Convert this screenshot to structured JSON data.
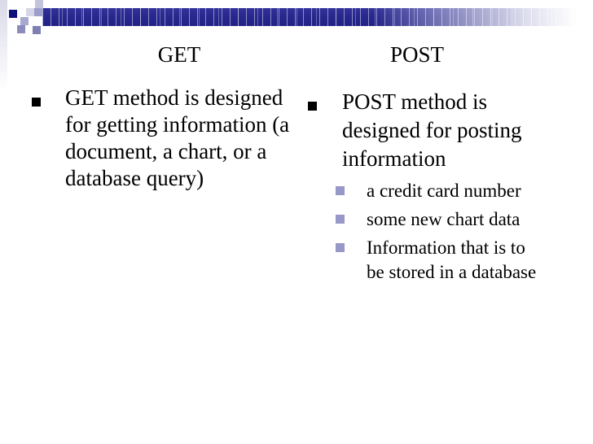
{
  "headers": {
    "left": "GET",
    "right": "POST"
  },
  "left_column": {
    "bullet_text": "GET method is designed for getting information (a document, a chart, or a database query)"
  },
  "right_column": {
    "bullet_text": "POST method is designed for posting information",
    "sub_bullets": [
      "a credit card number",
      "some new chart data",
      "Information that is to be stored in a database"
    ]
  },
  "icons": {
    "main_bullet": "black-square-bullet",
    "sub_bullet": "lavender-square-bullet",
    "banner": "pixel-gradient-banner"
  },
  "colors": {
    "banner_navy": "#26268c",
    "deco_navy_square": "#10107a",
    "deco_lavender_light": "#d6d6e9",
    "deco_lavender_medium": "#9e9ecb",
    "main_bullet": "#000000",
    "sub_bullet": "#9797c8",
    "text": "#000000",
    "background": "#ffffff"
  }
}
